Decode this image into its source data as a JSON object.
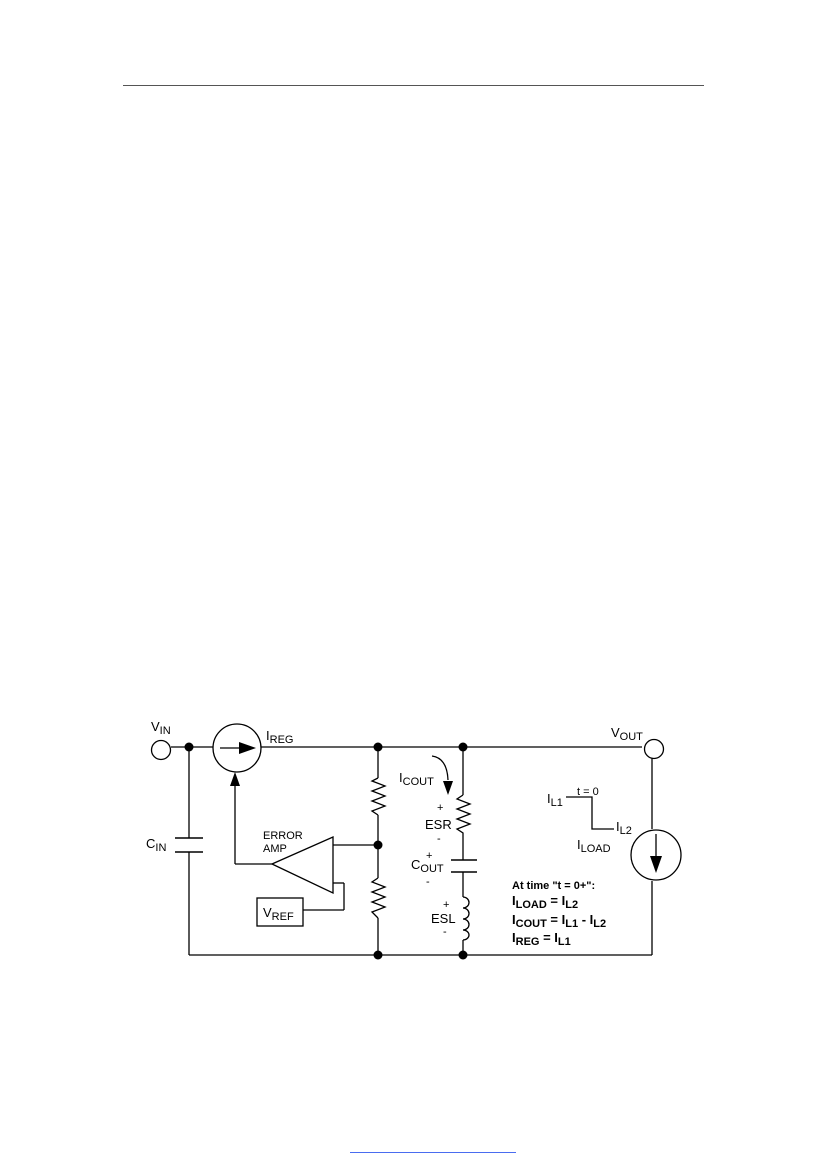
{
  "diagram": {
    "labels": {
      "vin": {
        "main": "V",
        "sub": "IN"
      },
      "ireg": {
        "main": "I",
        "sub": "REG"
      },
      "vout": {
        "main": "V",
        "sub": "OUT"
      },
      "icout": {
        "main": "I",
        "sub": "COUT"
      },
      "cin": {
        "main": "C",
        "sub": "IN"
      },
      "error_amp_line1": "ERROR",
      "error_amp_line2": "AMP",
      "vref": {
        "main": "V",
        "sub": "REF"
      },
      "esr": "ESR",
      "esr_plus": "+",
      "esr_minus": "-",
      "cout": {
        "main": "C",
        "sub": "OUT"
      },
      "cout_plus": "+",
      "cout_minus": "-",
      "esl": "ESL",
      "esl_plus": "+",
      "esl_minus": "-",
      "il1": {
        "main": "I",
        "sub": "L1"
      },
      "t0": "t = 0",
      "il2": {
        "main": "I",
        "sub": "L2"
      },
      "iload": {
        "main": "I",
        "sub": "LOAD"
      }
    },
    "conditions": {
      "heading": "At time \"t = 0+\":",
      "line1": {
        "main": "I",
        "sub": "LOAD",
        "eq": " = ",
        "main2": "I",
        "sub2": "L2"
      },
      "line2": {
        "main": "I",
        "sub": "COUT",
        "eq": " = ",
        "main2": "I",
        "sub2": "L1",
        "dash": " - ",
        "main3": "I",
        "sub3": "L2"
      },
      "line3": {
        "main": "I",
        "sub": "REG",
        "eq": " = ",
        "main2": "I",
        "sub2": "L1"
      }
    }
  }
}
